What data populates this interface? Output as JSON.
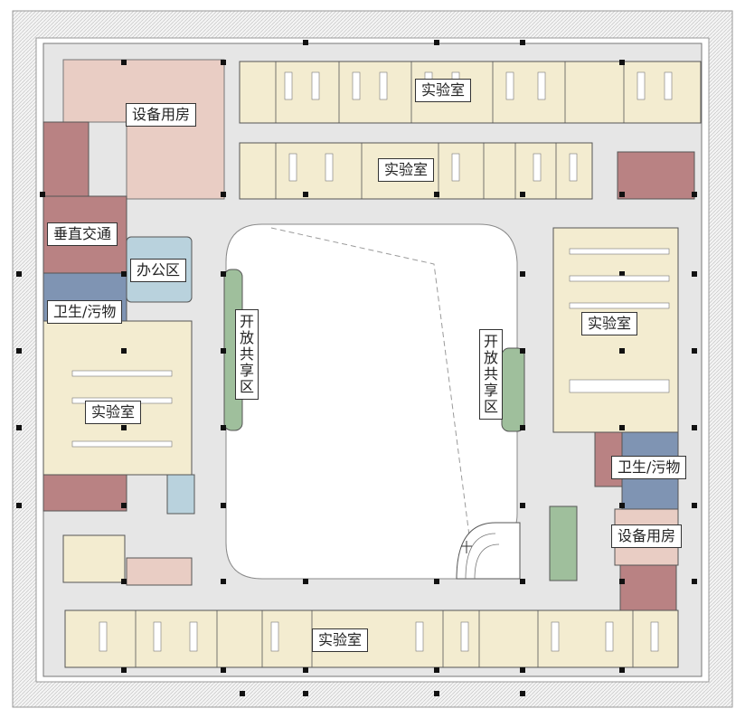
{
  "labels": {
    "equipment_room_1": "设备用房",
    "lab_top_1": "实验室",
    "lab_top_2": "实验室",
    "vertical_traffic": "垂直交通",
    "office_area": "办公区",
    "restroom_1": "卫生/污物",
    "lab_left": "实验室",
    "shared_left": "开放共享区",
    "shared_right": "开放共享区",
    "lab_right": "实验室",
    "restroom_2": "卫生/污物",
    "equipment_room_2": "设备用房",
    "lab_bottom": "实验室"
  },
  "colors": {
    "lab": "#f3ecd0",
    "equipment": "#e9cdc4",
    "vertical_traffic": "#b98283",
    "office": "#b9d2dd",
    "restroom": "#7f94b3",
    "shared": "#9fbf9c",
    "corridor": "#e6e6e6",
    "atrium": "#ffffff"
  }
}
